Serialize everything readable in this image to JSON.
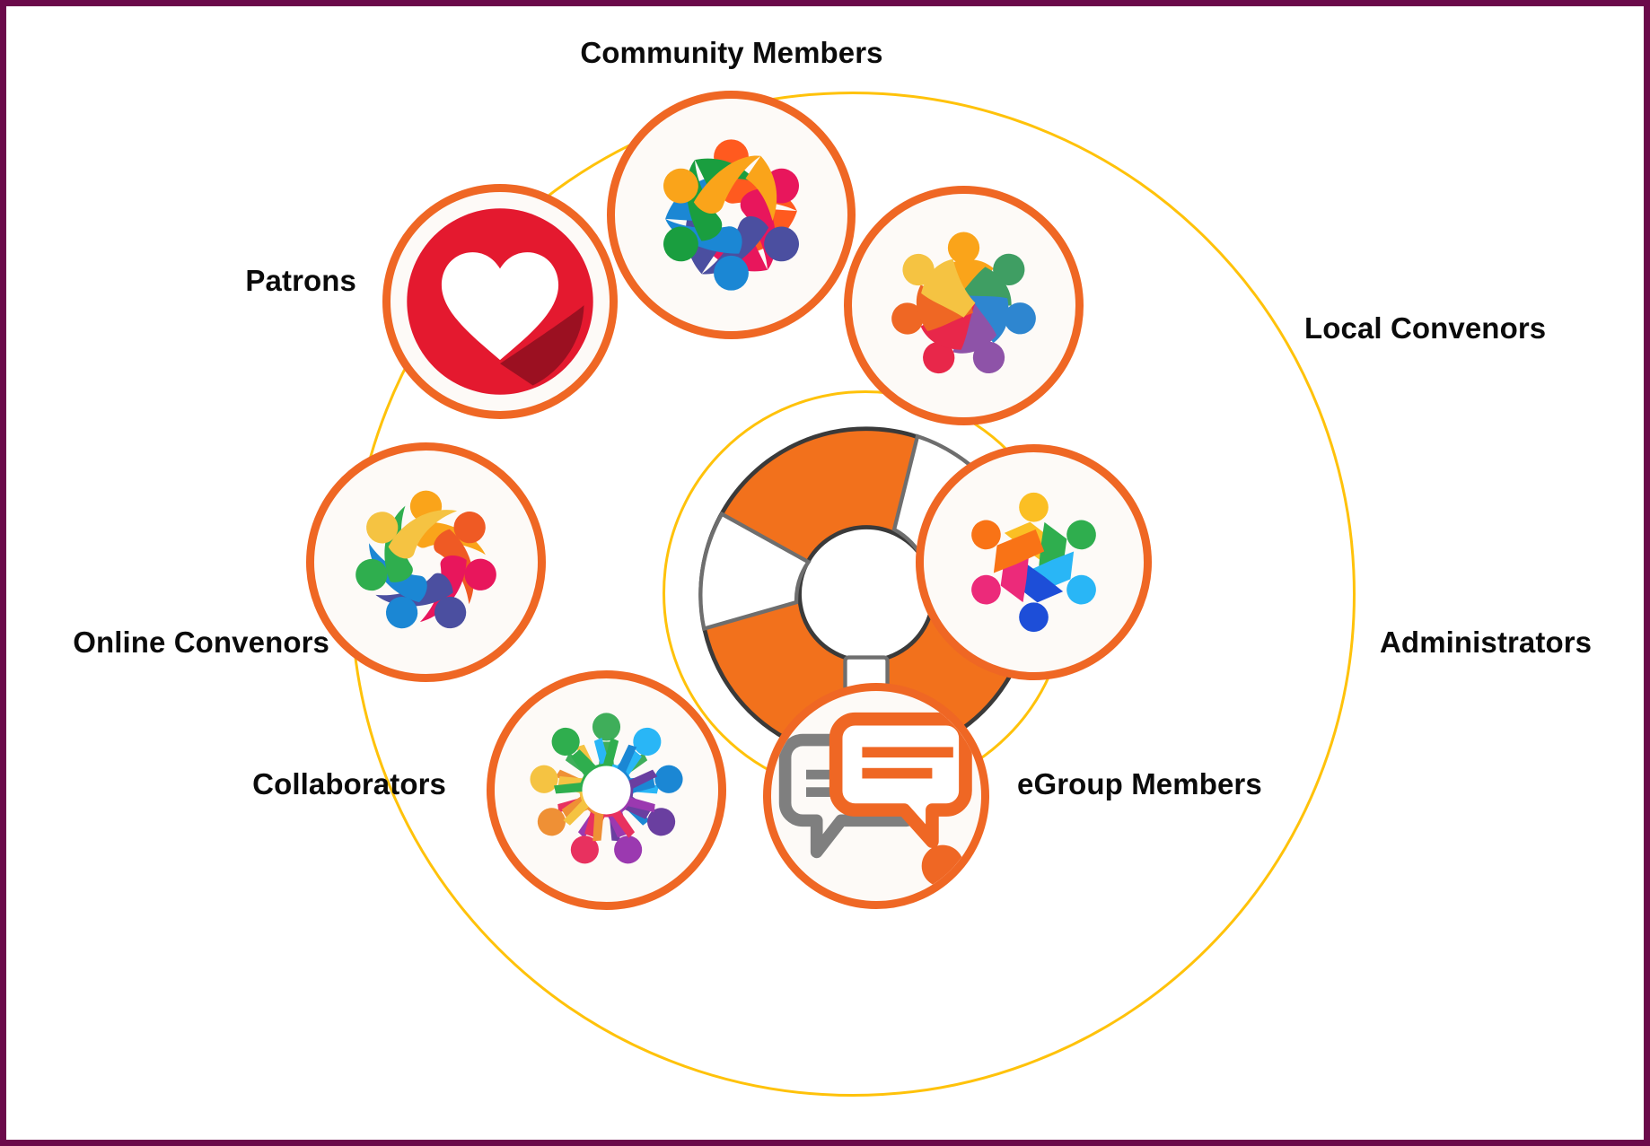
{
  "frame": {
    "border_color": "#6b0a4a",
    "background": "#ffffff"
  },
  "diagram": {
    "type": "hub-and-spoke circular wheel",
    "center": {
      "icon": "lifebuoy-icon",
      "label": "",
      "colors": {
        "ring": "#f2711c",
        "segments": "#ffffff",
        "outline": "#3a3a3a"
      }
    },
    "rings": {
      "outer_ring_color": "#ffc20a",
      "inner_ring_color": "#ffc20a",
      "node_border_color": "#ef6724",
      "node_fill_color": "#fdfaf7"
    },
    "nodes": [
      {
        "id": "community-members",
        "label": "Community Members",
        "icon": "people-pinwheel-icon",
        "label_position": "top",
        "icon_colors": [
          "#ff5a1f",
          "#faa41a",
          "#1a9e3f",
          "#1b87d4",
          "#4b4fa0",
          "#e8165c"
        ]
      },
      {
        "id": "local-convenors",
        "label": "Local Convenors",
        "icon": "people-star-icon",
        "label_position": "right",
        "icon_colors": [
          "#faa41a",
          "#ef6724",
          "#3f9e63",
          "#2e86d0",
          "#8e53a8",
          "#e8274a"
        ]
      },
      {
        "id": "administrators",
        "label": "Administrators",
        "icon": "people-hexagon-icon",
        "label_position": "right",
        "icon_colors": [
          "#fbbf24",
          "#2fae4e",
          "#f97316",
          "#ec2a7a",
          "#1d4ed8",
          "#29b6f6"
        ]
      },
      {
        "id": "egroup-members",
        "label": "eGroup Members",
        "icon": "chat-bubbles-icon",
        "label_position": "right",
        "icon_colors": [
          "#7f7f7f",
          "#ef6724"
        ]
      },
      {
        "id": "collaborators",
        "label": "Collaborators",
        "icon": "people-holding-hands-ring-icon",
        "label_position": "left",
        "icon_colors": [
          "#f5c342",
          "#3fae5a",
          "#29b6f6",
          "#ef9035",
          "#e8315f",
          "#9b39b0",
          "#6a3fa0"
        ]
      },
      {
        "id": "online-convenors",
        "label": "Online Convenors",
        "icon": "people-swirl-icon",
        "label_position": "left",
        "icon_colors": [
          "#faa41a",
          "#ef5a24",
          "#2fae4e",
          "#1b87d4",
          "#4b4fa0",
          "#e8165c"
        ]
      },
      {
        "id": "patrons",
        "label": "Patrons",
        "icon": "heart-circle-icon",
        "label_position": "left",
        "icon_colors": [
          "#e4192f",
          "#ffffff",
          "#8e0f1e"
        ]
      }
    ]
  }
}
